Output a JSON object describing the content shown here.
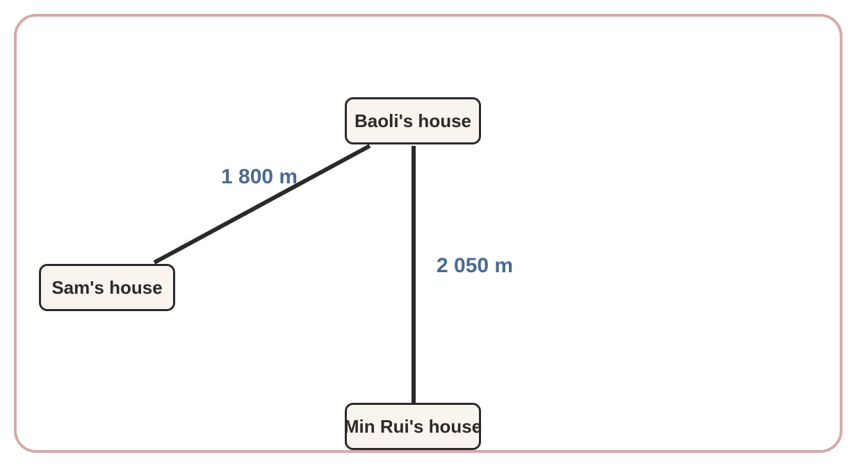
{
  "diagram": {
    "nodes": {
      "baoli": "Baoli's house",
      "sam": "Sam's house",
      "minrui": "Min Rui's house"
    },
    "edges": {
      "sam_baoli": "1 800 m",
      "baoli_minrui": "2 050 m"
    }
  },
  "colors": {
    "frame_border": "#d4aaa8",
    "node_fill": "#faf4ee",
    "node_border": "#2a2a2a",
    "edge_line": "#2a2a2a",
    "edge_label": "#4a6a90"
  }
}
